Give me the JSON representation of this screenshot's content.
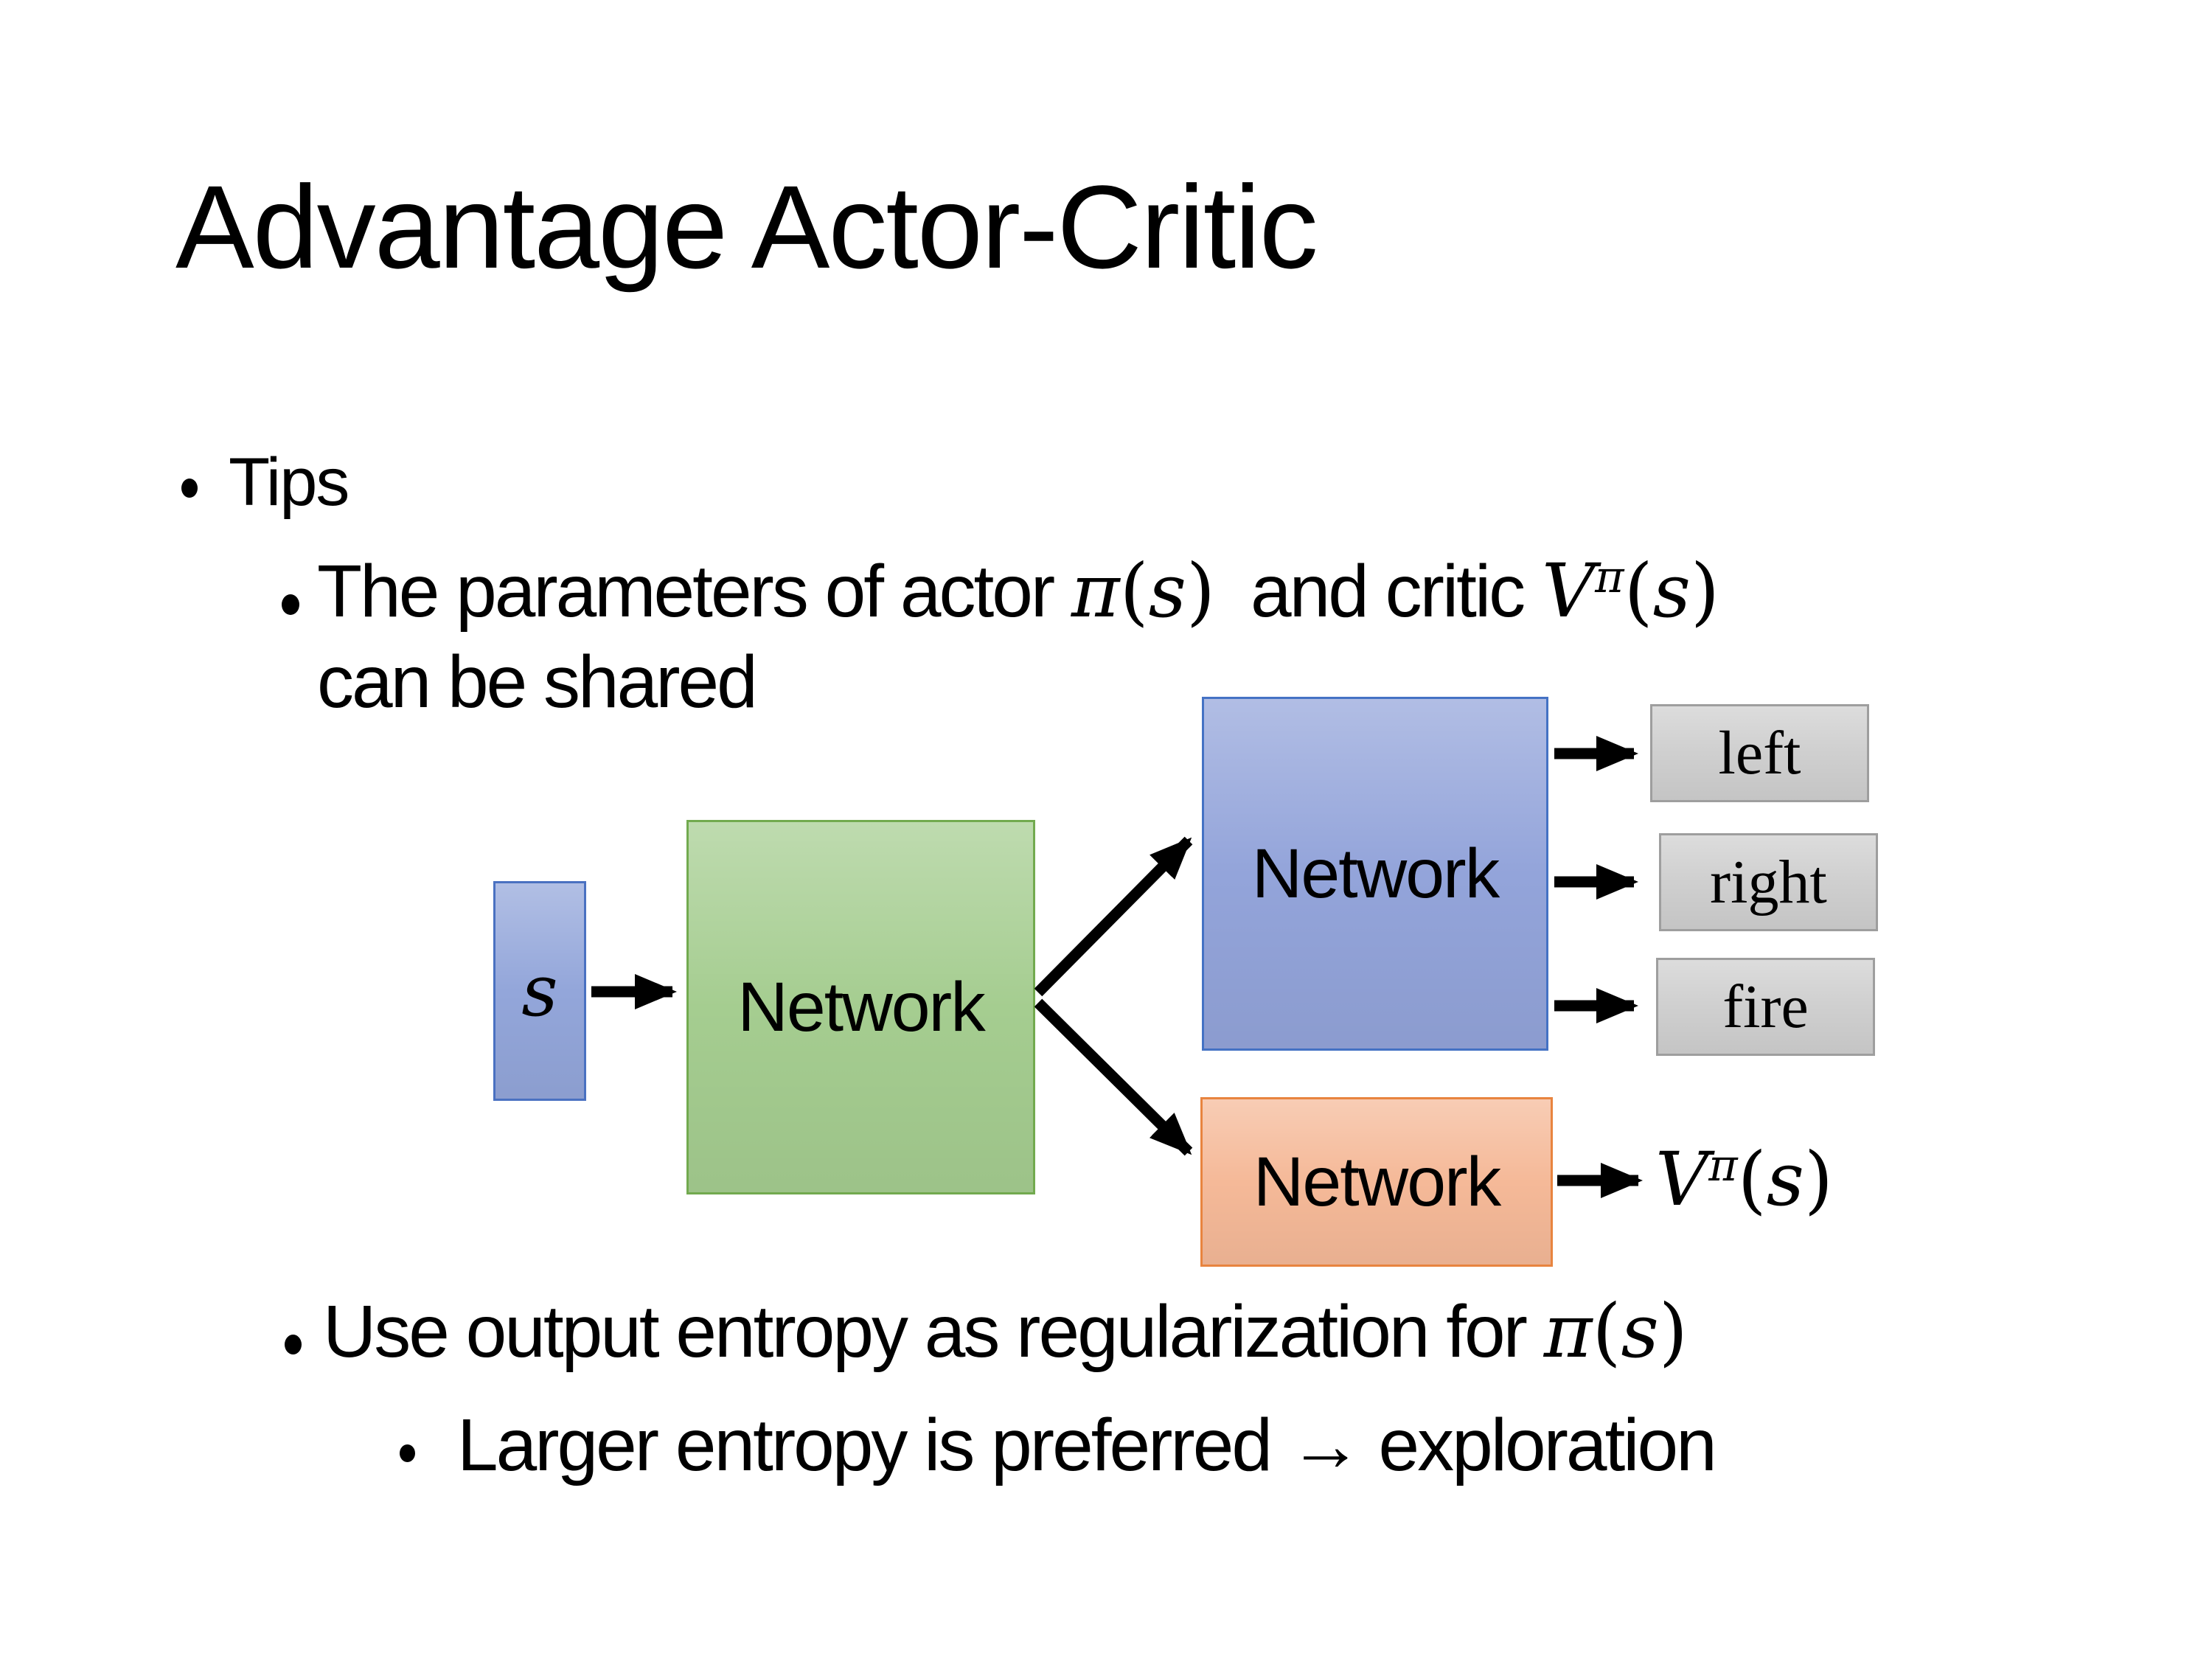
{
  "slide": {
    "title": "Advantage Actor-Critic",
    "bullets": {
      "tips": "Tips",
      "b2_pre": "The parameters of actor ",
      "b2_mid": "and critic ",
      "b2_line2": "can be shared",
      "b3_pre": "Use output entropy as regularization for ",
      "b4": "Larger entropy is preferred → exploration"
    }
  },
  "math": {
    "pi": "π",
    "s": "s",
    "V": "V",
    "lparen": "(",
    "rparen": ")"
  },
  "diagram": {
    "input_label": "s",
    "shared_network_label": "Network",
    "actor_network_label": "Network",
    "critic_network_label": "Network",
    "actions": [
      "left",
      "right",
      "fire"
    ]
  },
  "colors": {
    "text": "#000000",
    "arrow": "#000000",
    "input_fill": "#93a6da",
    "input_border": "#4a71c1",
    "shared_fill": "#a5cd90",
    "shared_border": "#72aa4f",
    "actor_fill": "#93a4da",
    "actor_border": "#4472c4",
    "critic_fill": "#f5b998",
    "critic_border": "#e8843f",
    "action_fill": "#cfcfcf",
    "action_border": "#9e9e9e"
  }
}
